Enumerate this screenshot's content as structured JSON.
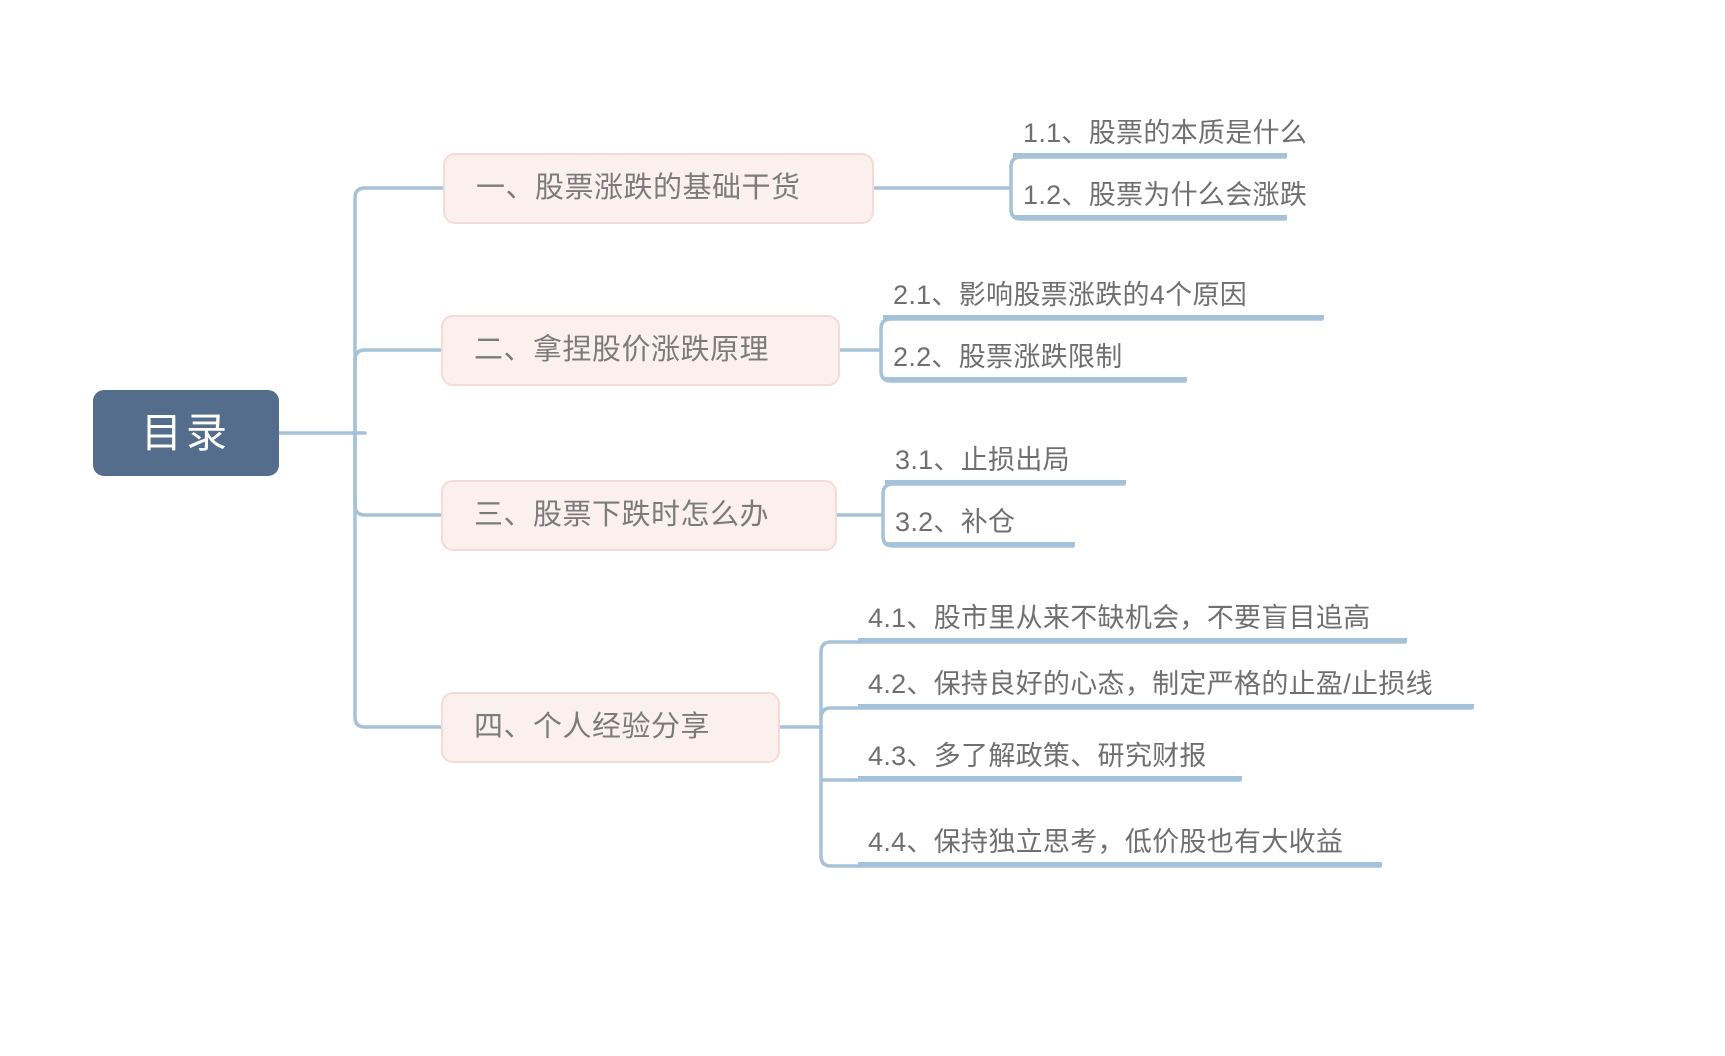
{
  "colors": {
    "background": "#ffffff",
    "root_fill": "#546d8c",
    "root_text": "#ffffff",
    "branch_fill": "#fcf0ef",
    "branch_border": "#f4dbd8",
    "branch_text": "#7b7b7b",
    "leaf_text": "#6f6f6f",
    "edge": "#a6c2d8"
  },
  "root": {
    "label": "目录"
  },
  "branches": [
    {
      "label": "一、股票涨跌的基础干货",
      "leaves": [
        {
          "label": "1.1、股票的本质是什么"
        },
        {
          "label": "1.2、股票为什么会涨跌"
        }
      ]
    },
    {
      "label": "二、拿捏股价涨跌原理",
      "leaves": [
        {
          "label": "2.1、影响股票涨跌的4个原因"
        },
        {
          "label": "2.2、股票涨跌限制"
        }
      ]
    },
    {
      "label": "三、股票下跌时怎么办",
      "leaves": [
        {
          "label": "3.1、止损出局"
        },
        {
          "label": "3.2、补仓"
        }
      ]
    },
    {
      "label": "四、个人经验分享",
      "leaves": [
        {
          "label": "4.1、股市里从来不缺机会，不要盲目追高"
        },
        {
          "label": "4.2、保持良好的心态，制定严格的止盈/止损线"
        },
        {
          "label": "4.3、多了解政策、研究财报"
        },
        {
          "label": "4.4、保持独立思考，低价股也有大收益"
        }
      ]
    }
  ]
}
